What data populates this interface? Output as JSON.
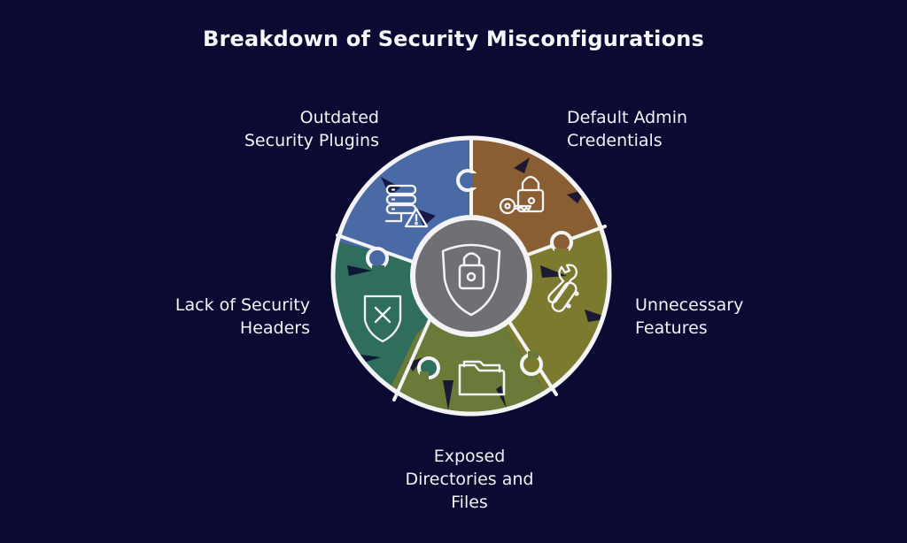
{
  "title": "Breakdown of Security Misconfigurations",
  "colors": {
    "background": "#0b0a33",
    "outline": "#f4f4f6",
    "center": "#6f6f74",
    "segments": {
      "outdated_plugins": "#4a6aa6",
      "default_credentials": "#8a5e33",
      "unnecessary_features": "#7c7a2e",
      "exposed_directories": "#6a7a38",
      "security_headers": "#2f6e5c"
    }
  },
  "center": {
    "icon": "shield-lock-icon"
  },
  "segments": [
    {
      "id": "outdated_plugins",
      "label_lines": [
        "Outdated",
        "Security Plugins"
      ],
      "icon": "server-warning-icon"
    },
    {
      "id": "default_credentials",
      "label_lines": [
        "Default Admin",
        "Credentials"
      ],
      "icon": "lock-key-icon"
    },
    {
      "id": "unnecessary_features",
      "label_lines": [
        "Unnecessary",
        "Features"
      ],
      "icon": "tools-icon"
    },
    {
      "id": "exposed_directories",
      "label_lines": [
        "Exposed",
        "Directories and",
        "Files"
      ],
      "icon": "folder-open-icon"
    },
    {
      "id": "security_headers",
      "label_lines": [
        "Lack of Security",
        "Headers"
      ],
      "icon": "shield-x-icon"
    }
  ]
}
